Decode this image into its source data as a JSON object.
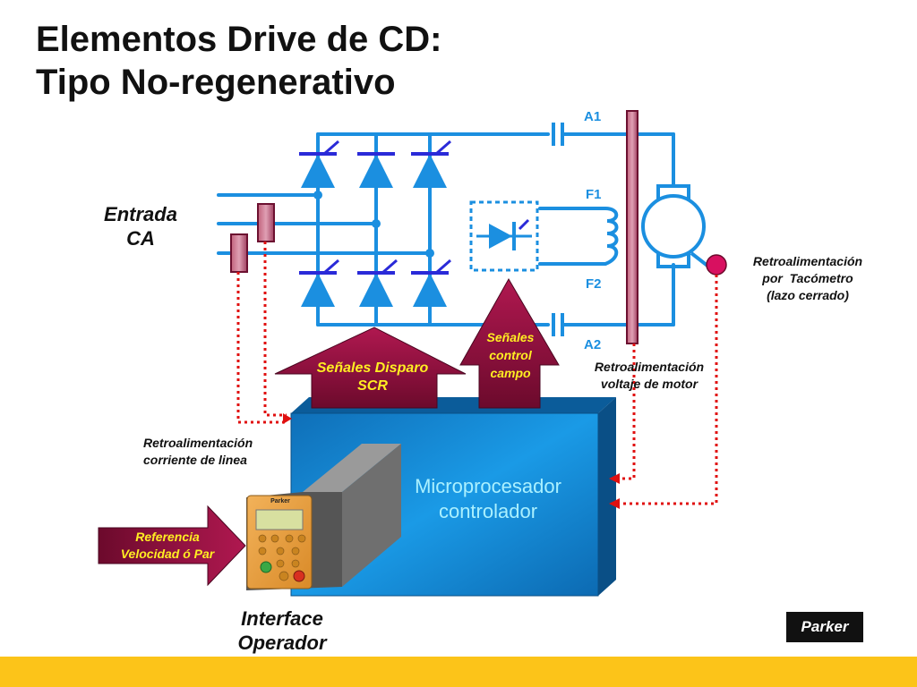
{
  "title": {
    "line1": "Elementos Drive de CD:",
    "line2": "Tipo No-regenerativo"
  },
  "labels": {
    "ac_input": [
      "Entrada",
      "CA"
    ],
    "terminal_a1": "A1",
    "terminal_f1": "F1",
    "terminal_f2": "F2",
    "terminal_a2": "A2",
    "tacho_feedback": [
      "Retroalimentación",
      "por  Tacómetro",
      "(lazo cerrado)"
    ],
    "voltage_feedback": [
      "Retroalimentación",
      "voltaje de motor"
    ],
    "current_feedback": [
      "Retroalimentación",
      "corriente de linea"
    ],
    "scr_firing": [
      "Señales Disparo",
      "SCR"
    ],
    "field_control": [
      "Señales",
      "control",
      "campo"
    ],
    "microprocessor": [
      "Microprocesador",
      "controlador"
    ],
    "reference": [
      "Referencia",
      "Velocidad ó Par"
    ],
    "operator_interface": [
      "Interface",
      "Operador"
    ]
  },
  "keypad_brand": "Parker",
  "logo_text": "Parker",
  "colors": {
    "wire": "#1b8fe0",
    "thyristor": "#1b8fe0",
    "gate": "#2a2ad8",
    "arrow_maroon": "#8a0f3a",
    "feedback_dotted": "#e01010",
    "controller_box": "#1a8ad8",
    "footer": "#fcc419"
  }
}
